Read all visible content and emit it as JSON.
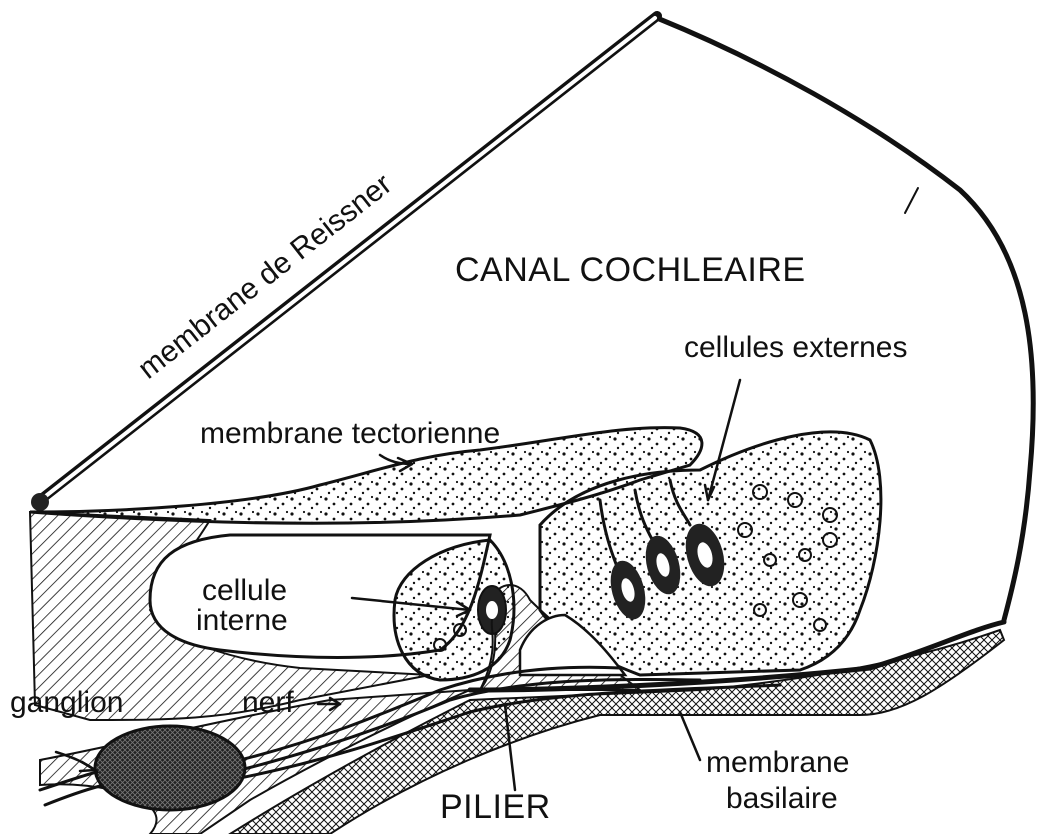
{
  "labels": {
    "reissner": "membrane de Reissner",
    "canal": "CANAL COCHLEAIRE",
    "cellules_externes": "cellules externes",
    "membrane_tectorienne": "membrane tectorienne",
    "cellule_interne_line1": "cellule",
    "cellule_interne_line2": "interne",
    "ganglion": "ganglion",
    "nerf": "nerf",
    "pilier": "PILIER",
    "membrane_basilaire_line1": "membrane",
    "membrane_basilaire_line2": "basilaire"
  },
  "colors": {
    "ink": "#111111",
    "background": "#ffffff"
  }
}
